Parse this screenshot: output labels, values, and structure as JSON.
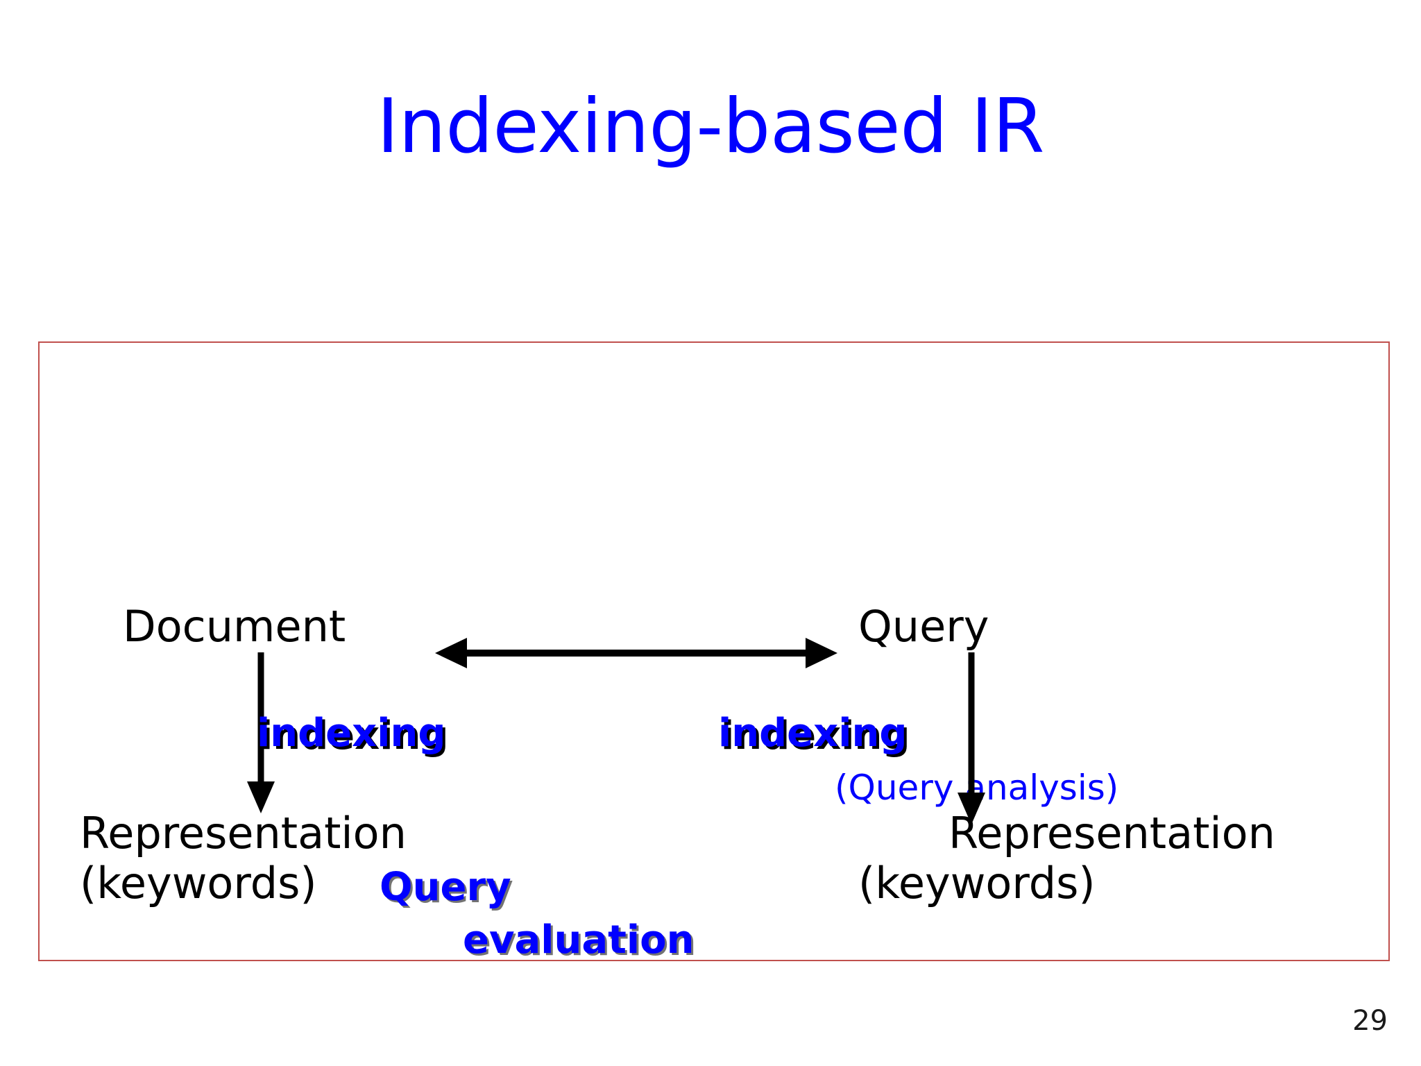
{
  "slide": {
    "title": "Indexing-based IR",
    "page_number": "29",
    "title_color": "#0000ff",
    "frame_border_color": "#c0504d",
    "background_color": "#ffffff"
  },
  "diagram": {
    "document_label": "Document",
    "query_label": "Query",
    "representation_left": {
      "line1": "Representation",
      "line2": "(keywords)"
    },
    "representation_right": {
      "line1": "Representation",
      "line2": "(keywords)"
    },
    "indexing_left": "indexing",
    "indexing_right": "indexing",
    "query_analysis": "(Query analysis)",
    "query_evaluation": {
      "line1": "Query",
      "line2": "evaluation"
    },
    "arrows": [
      {
        "name": "document-to-representation",
        "direction": "down"
      },
      {
        "name": "query-to-representation",
        "direction": "down"
      },
      {
        "name": "representation-matching",
        "direction": "both"
      }
    ],
    "accent_color": "#0000ff",
    "arrow_color": "#000000"
  }
}
